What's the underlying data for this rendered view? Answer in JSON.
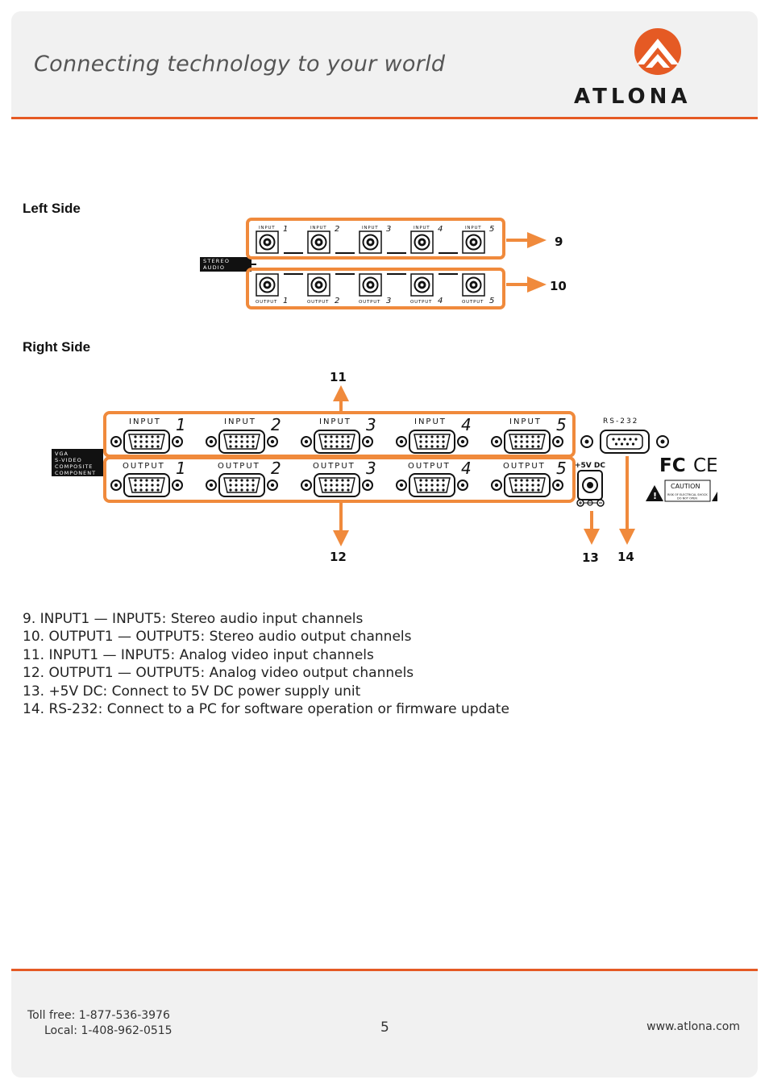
{
  "header": {
    "tagline": "Connecting technology to your world",
    "logo_text": "ATLONA"
  },
  "left_side": {
    "title": "Left Side",
    "tag_lines": [
      "STEREO",
      "AUDIO"
    ],
    "inputs": [
      "INPUT",
      "INPUT",
      "INPUT",
      "INPUT",
      "INPUT"
    ],
    "outputs": [
      "OUTPUT",
      "OUTPUT",
      "OUTPUT",
      "OUTPUT",
      "OUTPUT"
    ],
    "numbers": [
      "1",
      "2",
      "3",
      "4",
      "5"
    ],
    "callout_inputs": "9",
    "callout_outputs": "10"
  },
  "right_side": {
    "title": "Right Side",
    "tag_lines": [
      "VGA",
      "S-VIDEO",
      "COMPOSITE",
      "COMPONENT"
    ],
    "inputs": [
      "INPUT",
      "INPUT",
      "INPUT",
      "INPUT",
      "INPUT"
    ],
    "outputs": [
      "OUTPUT",
      "OUTPUT",
      "OUTPUT",
      "OUTPUT",
      "OUTPUT"
    ],
    "numbers": [
      "1",
      "2",
      "3",
      "4",
      "5"
    ],
    "rs232_label": "RS-232",
    "dc_label": "+5V DC",
    "fcc_label": "FC",
    "ce_label": "CE",
    "caution_title": "CAUTION",
    "caution_line1": "RISK OF ELECTRICAL SHOCK",
    "caution_line2": "DO NOT OPEN",
    "callout_inputs": "11",
    "callout_outputs": "12",
    "callout_dc": "13",
    "callout_rs232": "14"
  },
  "descriptions": [
    "9. INPUT1 — INPUT5: Stereo audio input channels",
    "10. OUTPUT1 — OUTPUT5: Stereo audio output channels",
    "11. INPUT1 — INPUT5: Analog video input channels",
    "12. OUTPUT1 — OUTPUT5: Analog video output channels",
    "13. +5V DC: Connect to 5V DC power supply unit",
    "14. RS-232: Connect to a PC for software operation or firmware update"
  ],
  "footer": {
    "toll_free": "Toll free: 1-877-536-3976",
    "local": "Local: 1-408-962-0515",
    "page_number": "5",
    "website": "www.atlona.com"
  },
  "colors": {
    "accent": "#e55a24",
    "callout": "#f08a3c",
    "text": "#222222"
  }
}
